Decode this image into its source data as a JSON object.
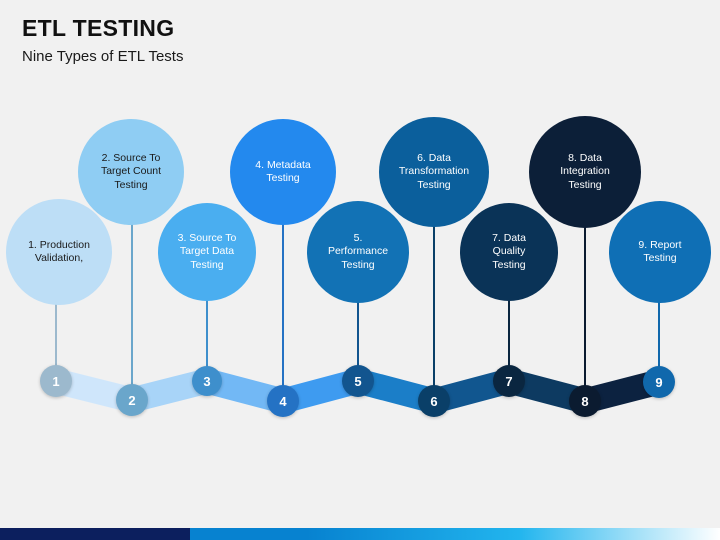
{
  "header": {
    "title": "ETL TESTING",
    "subtitle": "Nine Types of ETL Tests"
  },
  "diagram": {
    "type": "process-timeline",
    "node_count": 9,
    "nodes": [
      {
        "number": "1",
        "marker_label": "1",
        "label": "1. Production\nValidation,",
        "bubble_color": "#bddef6",
        "marker_color": "#9cb9cd",
        "text_color": "#1a1a1a",
        "stem_color": "#9cb9cd"
      },
      {
        "number": "2",
        "marker_label": "2",
        "label": "2. Source To\nTarget Count\nTesting",
        "bubble_color": "#8fcdf3",
        "marker_color": "#6aa6cb",
        "text_color": "#1a1a1a",
        "stem_color": "#6aa6cb"
      },
      {
        "number": "3",
        "marker_label": "3",
        "label": "3. Source To\nTarget Data\nTesting",
        "bubble_color": "#4aaef0",
        "marker_color": "#3e8fcc",
        "text_color": "#ffffff",
        "stem_color": "#3e8fcc"
      },
      {
        "number": "4",
        "marker_label": "4",
        "label": "4. Metadata\nTesting",
        "bubble_color": "#2389ee",
        "marker_color": "#2472c4",
        "text_color": "#ffffff",
        "stem_color": "#2472c4"
      },
      {
        "number": "5",
        "marker_label": "5",
        "label": "5.\nPerformance\nTesting",
        "bubble_color": "#1272b5",
        "marker_color": "#12558f",
        "text_color": "#ffffff",
        "stem_color": "#12558f"
      },
      {
        "number": "6",
        "marker_label": "6",
        "label": "6. Data\nTransformation\nTesting",
        "bubble_color": "#0b5f9c",
        "marker_color": "#0a3f68",
        "text_color": "#ffffff",
        "stem_color": "#0a3f68"
      },
      {
        "number": "7",
        "marker_label": "7",
        "label": "7. Data\nQuality\nTesting",
        "bubble_color": "#0a3357",
        "marker_color": "#0a2640",
        "text_color": "#ffffff",
        "stem_color": "#0a2640"
      },
      {
        "number": "8",
        "marker_label": "8",
        "label": "8. Data\nIntegration\nTesting",
        "bubble_color": "#0c1f38",
        "marker_color": "#0b1b30",
        "text_color": "#ffffff",
        "stem_color": "#0b1b30"
      },
      {
        "number": "9",
        "marker_label": "9",
        "label": "9. Report\nTesting",
        "bubble_color": "#0f6fb5",
        "marker_color": "#1068ac",
        "text_color": "#ffffff",
        "stem_color": "#1068ac"
      }
    ],
    "ribbon_colors": [
      "#cfe6fb",
      "#a8d4f8",
      "#72b8f5",
      "#3e9bf0",
      "#1b7ec8",
      "#11568f",
      "#0d3a61",
      "#0c2240"
    ]
  },
  "footer": {
    "bar_navy_color": "#0c1f5e",
    "bar_gradient_from": "#0782d0",
    "bar_gradient_mid": "#22b5ee",
    "bar_gradient_to": "#ffffff"
  }
}
